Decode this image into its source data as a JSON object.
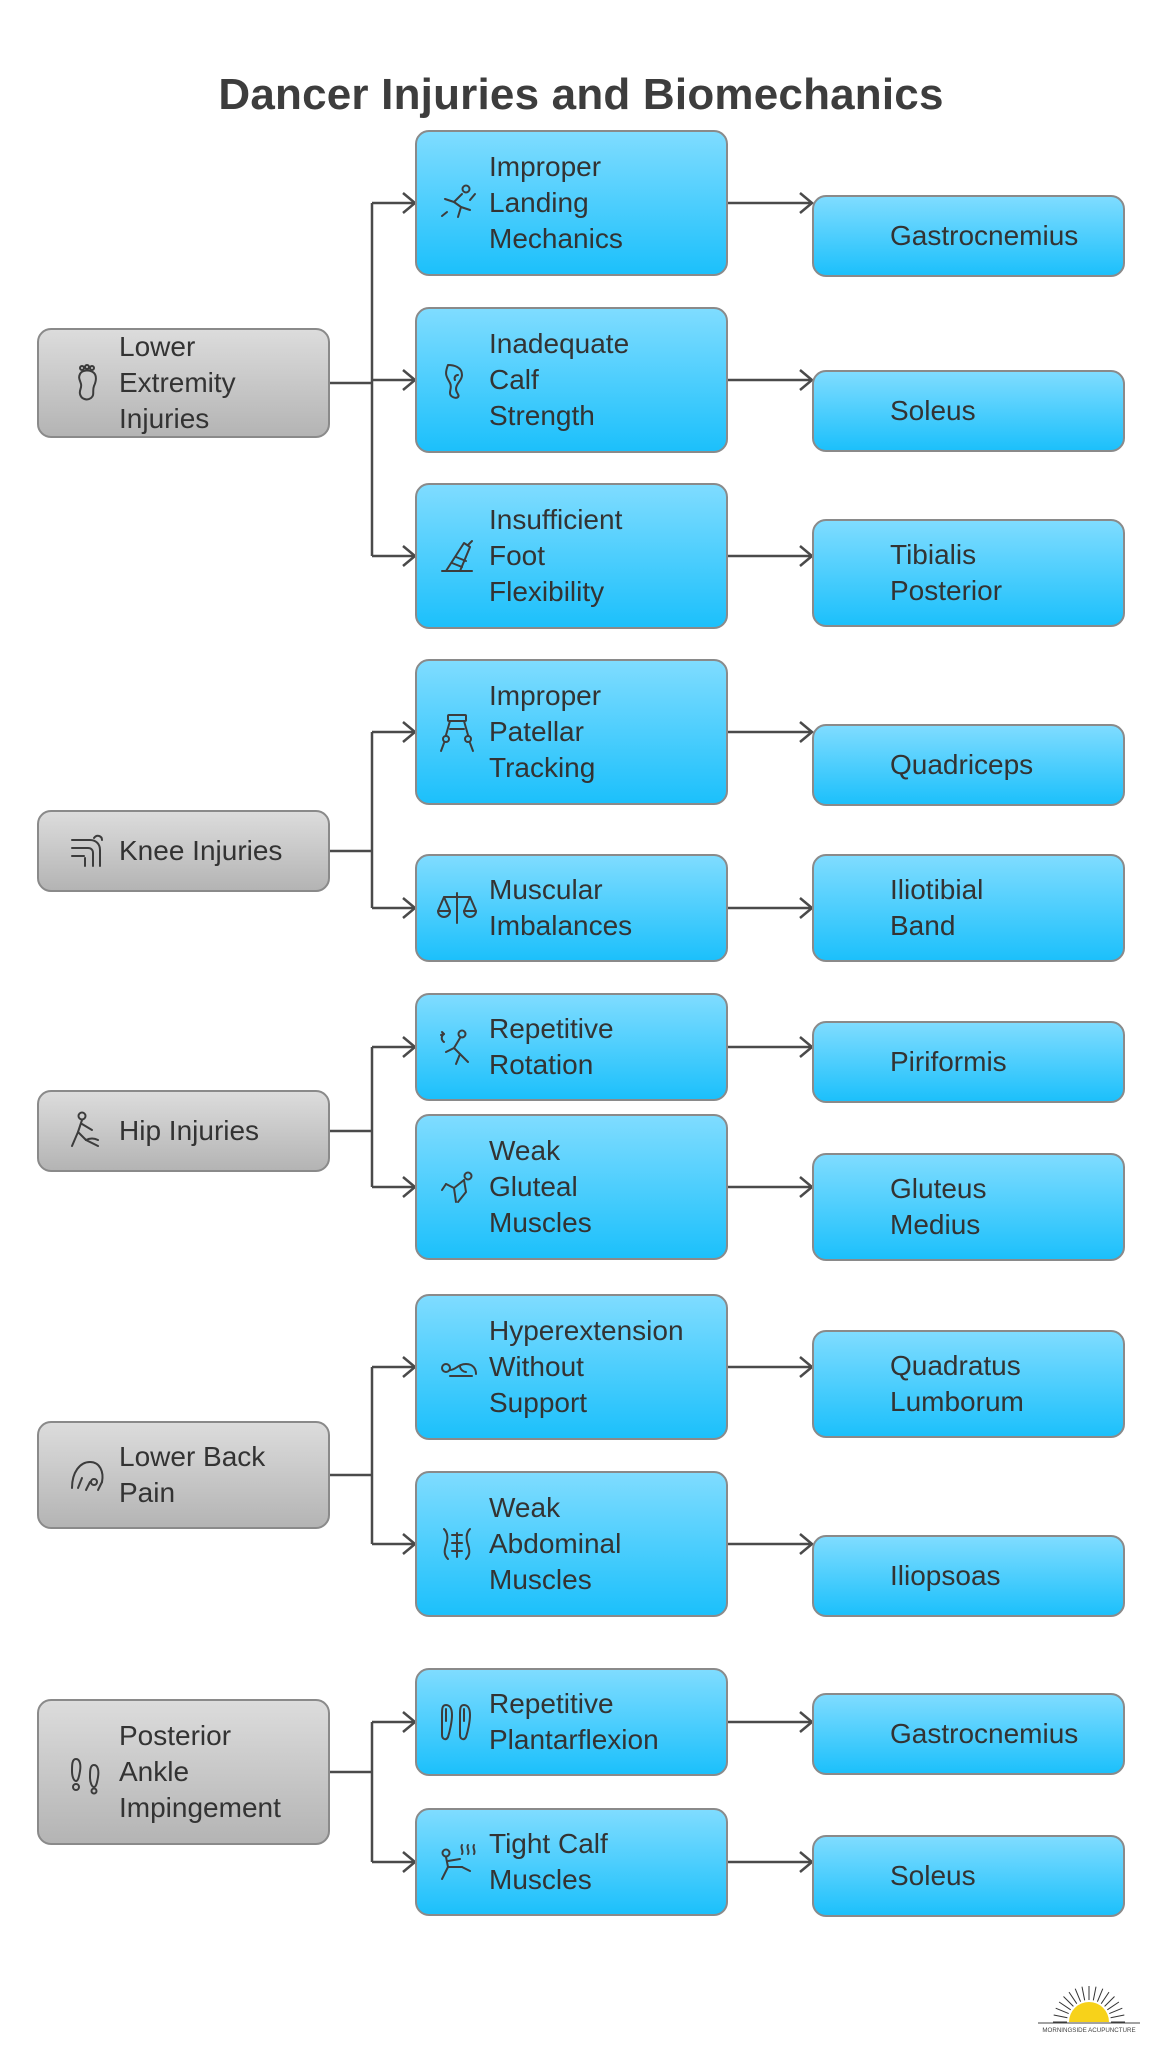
{
  "title": "Dancer Injuries and Biomechanics",
  "colors": {
    "category_fill": "#c8c8c8",
    "cause_fill": "#33c6fb",
    "border": "#8a8a8a",
    "line": "#4a4a4a",
    "text": "#333333"
  },
  "categories": [
    {
      "label": "Lower\nExtremity\nInjuries",
      "icon": "foot-icon",
      "causes": [
        {
          "label": "Improper\nLanding\nMechanics",
          "icon": "falling-person-icon",
          "muscle": "Gastrocnemius"
        },
        {
          "label": "Inadequate\nCalf\nStrength",
          "icon": "calf-muscle-icon",
          "muscle": "Soleus"
        },
        {
          "label": "Insufficient\nFoot\nFlexibility",
          "icon": "pointe-shoe-icon",
          "muscle": "Tibialis\nPosterior"
        }
      ]
    },
    {
      "label": "Knee Injuries",
      "icon": "knee-joint-icon",
      "causes": [
        {
          "label": "Improper\nPatellar\nTracking",
          "icon": "knee-brace-icon",
          "muscle": "Quadriceps"
        },
        {
          "label": "Muscular\nImbalances",
          "icon": "balance-scale-icon",
          "muscle": "Iliotibial\nBand"
        }
      ]
    },
    {
      "label": "Hip Injuries",
      "icon": "hip-stretch-icon",
      "causes": [
        {
          "label": "Repetitive\nRotation",
          "icon": "spinning-person-icon",
          "muscle": "Piriformis"
        },
        {
          "label": "Weak\nGluteal\nMuscles",
          "icon": "kneeling-person-icon",
          "muscle": "Gluteus\nMedius"
        }
      ]
    },
    {
      "label": "Lower Back\nPain",
      "icon": "backbend-icon",
      "causes": [
        {
          "label": "Hyperextension\nWithout\nSupport",
          "icon": "lying-person-icon",
          "muscle": "Quadratus\nLumborum"
        },
        {
          "label": "Weak\nAbdominal\nMuscles",
          "icon": "abdomen-icon",
          "muscle": "Iliopsoas"
        }
      ]
    },
    {
      "label": "Posterior\nAnkle\nImpingement",
      "icon": "footprints-icon",
      "causes": [
        {
          "label": "Repetitive\nPlantarflexion",
          "icon": "feet-pointed-icon",
          "muscle": "Gastrocnemius"
        },
        {
          "label": "Tight Calf\nMuscles",
          "icon": "sitting-stretch-icon",
          "muscle": "Soleus"
        }
      ]
    }
  ],
  "logo": {
    "text": "MORNINGSIDE ACUPUNCTURE"
  }
}
